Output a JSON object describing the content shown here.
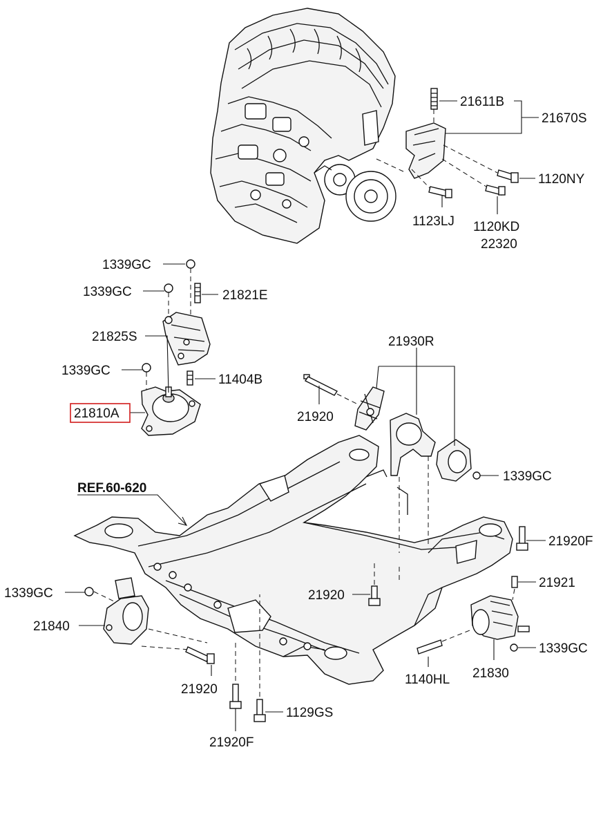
{
  "diagram": {
    "highlight_color": "#d11a1a",
    "labels": {
      "p21611B": "21611B",
      "p21670S": "21670S",
      "p1120NY": "1120NY",
      "p1123LJ": "1123LJ",
      "p1120KD": "1120KD",
      "p22320": "22320",
      "p1339GC_a": "1339GC",
      "p1339GC_b": "1339GC",
      "p21821E": "21821E",
      "p21825S": "21825S",
      "p1339GC_c": "1339GC",
      "p11404B": "11404B",
      "p21810A": "21810A",
      "p21930R": "21930R",
      "p21920_a": "21920",
      "p1339GC_d": "1339GC",
      "ref": "REF.60-620",
      "p21920F_a": "21920F",
      "p21921": "21921",
      "p1339GC_e": "1339GC",
      "p21920_b": "21920",
      "p1339GC_f": "1339GC",
      "p21840": "21840",
      "p21920_c": "21920",
      "p1129GS": "1129GS",
      "p21920F_b": "21920F",
      "p1140HL": "1140HL",
      "p21830": "21830"
    }
  }
}
